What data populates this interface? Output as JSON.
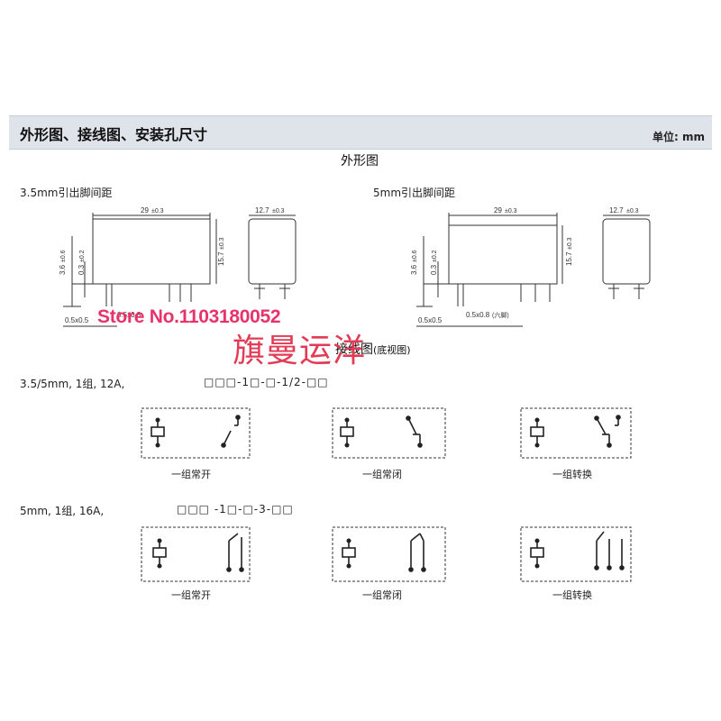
{
  "header": {
    "title": "外形图、接线图、安装孔尺寸",
    "unit": "单位: mm"
  },
  "outline": {
    "title": "外形图",
    "left": {
      "spacing_label": "3.5mm引出脚间距",
      "dim_length": "29",
      "dim_length_tol": "±0.3",
      "dim_width": "12.7",
      "dim_width_tol": "±0.3",
      "dim_height": "15.7",
      "dim_height_tol": "±0.3",
      "dim_pin": "3.6",
      "dim_pin_tol": "±0.6",
      "dim_offset": "0.3",
      "dim_offset_tol": "±0.2",
      "pin_section": "0.5x0.5",
      "pin_section_b": "0.5x0.8"
    },
    "right": {
      "spacing_label": "5mm引出脚间距",
      "dim_length": "29",
      "dim_length_tol": "±0.3",
      "dim_width": "12.7",
      "dim_width_tol": "±0.3",
      "dim_height": "15.7",
      "dim_height_tol": "±0.3",
      "dim_pin": "3.6",
      "dim_pin_tol": "±0.6",
      "dim_offset": "0.3",
      "dim_offset_tol": "±0.2",
      "pin_section": "0.5x0.5",
      "pin_section_b": "0.5x0.8",
      "pin_note": "(六脚)"
    }
  },
  "wiring": {
    "title": "接线图",
    "title_note": "(底视图)",
    "group1": {
      "spec": "3.5/5mm, 1组, 12A,",
      "code": "□□□-1□-□-1/2-□□",
      "captions": [
        "一组常开",
        "一组常闭",
        "一组转换"
      ]
    },
    "group2": {
      "spec": "5mm, 1组, 16A,",
      "code": "□□□ -1□-□-3-□□",
      "captions": [
        "一组常开",
        "一组常闭",
        "一组转换"
      ]
    }
  },
  "watermark": {
    "store": "Store No.1103180052",
    "shop": "旗曼运洋"
  },
  "colors": {
    "header_bg": "#dfe3ea",
    "watermark_pink": "#e8336a",
    "watermark_red": "#e33a55"
  }
}
